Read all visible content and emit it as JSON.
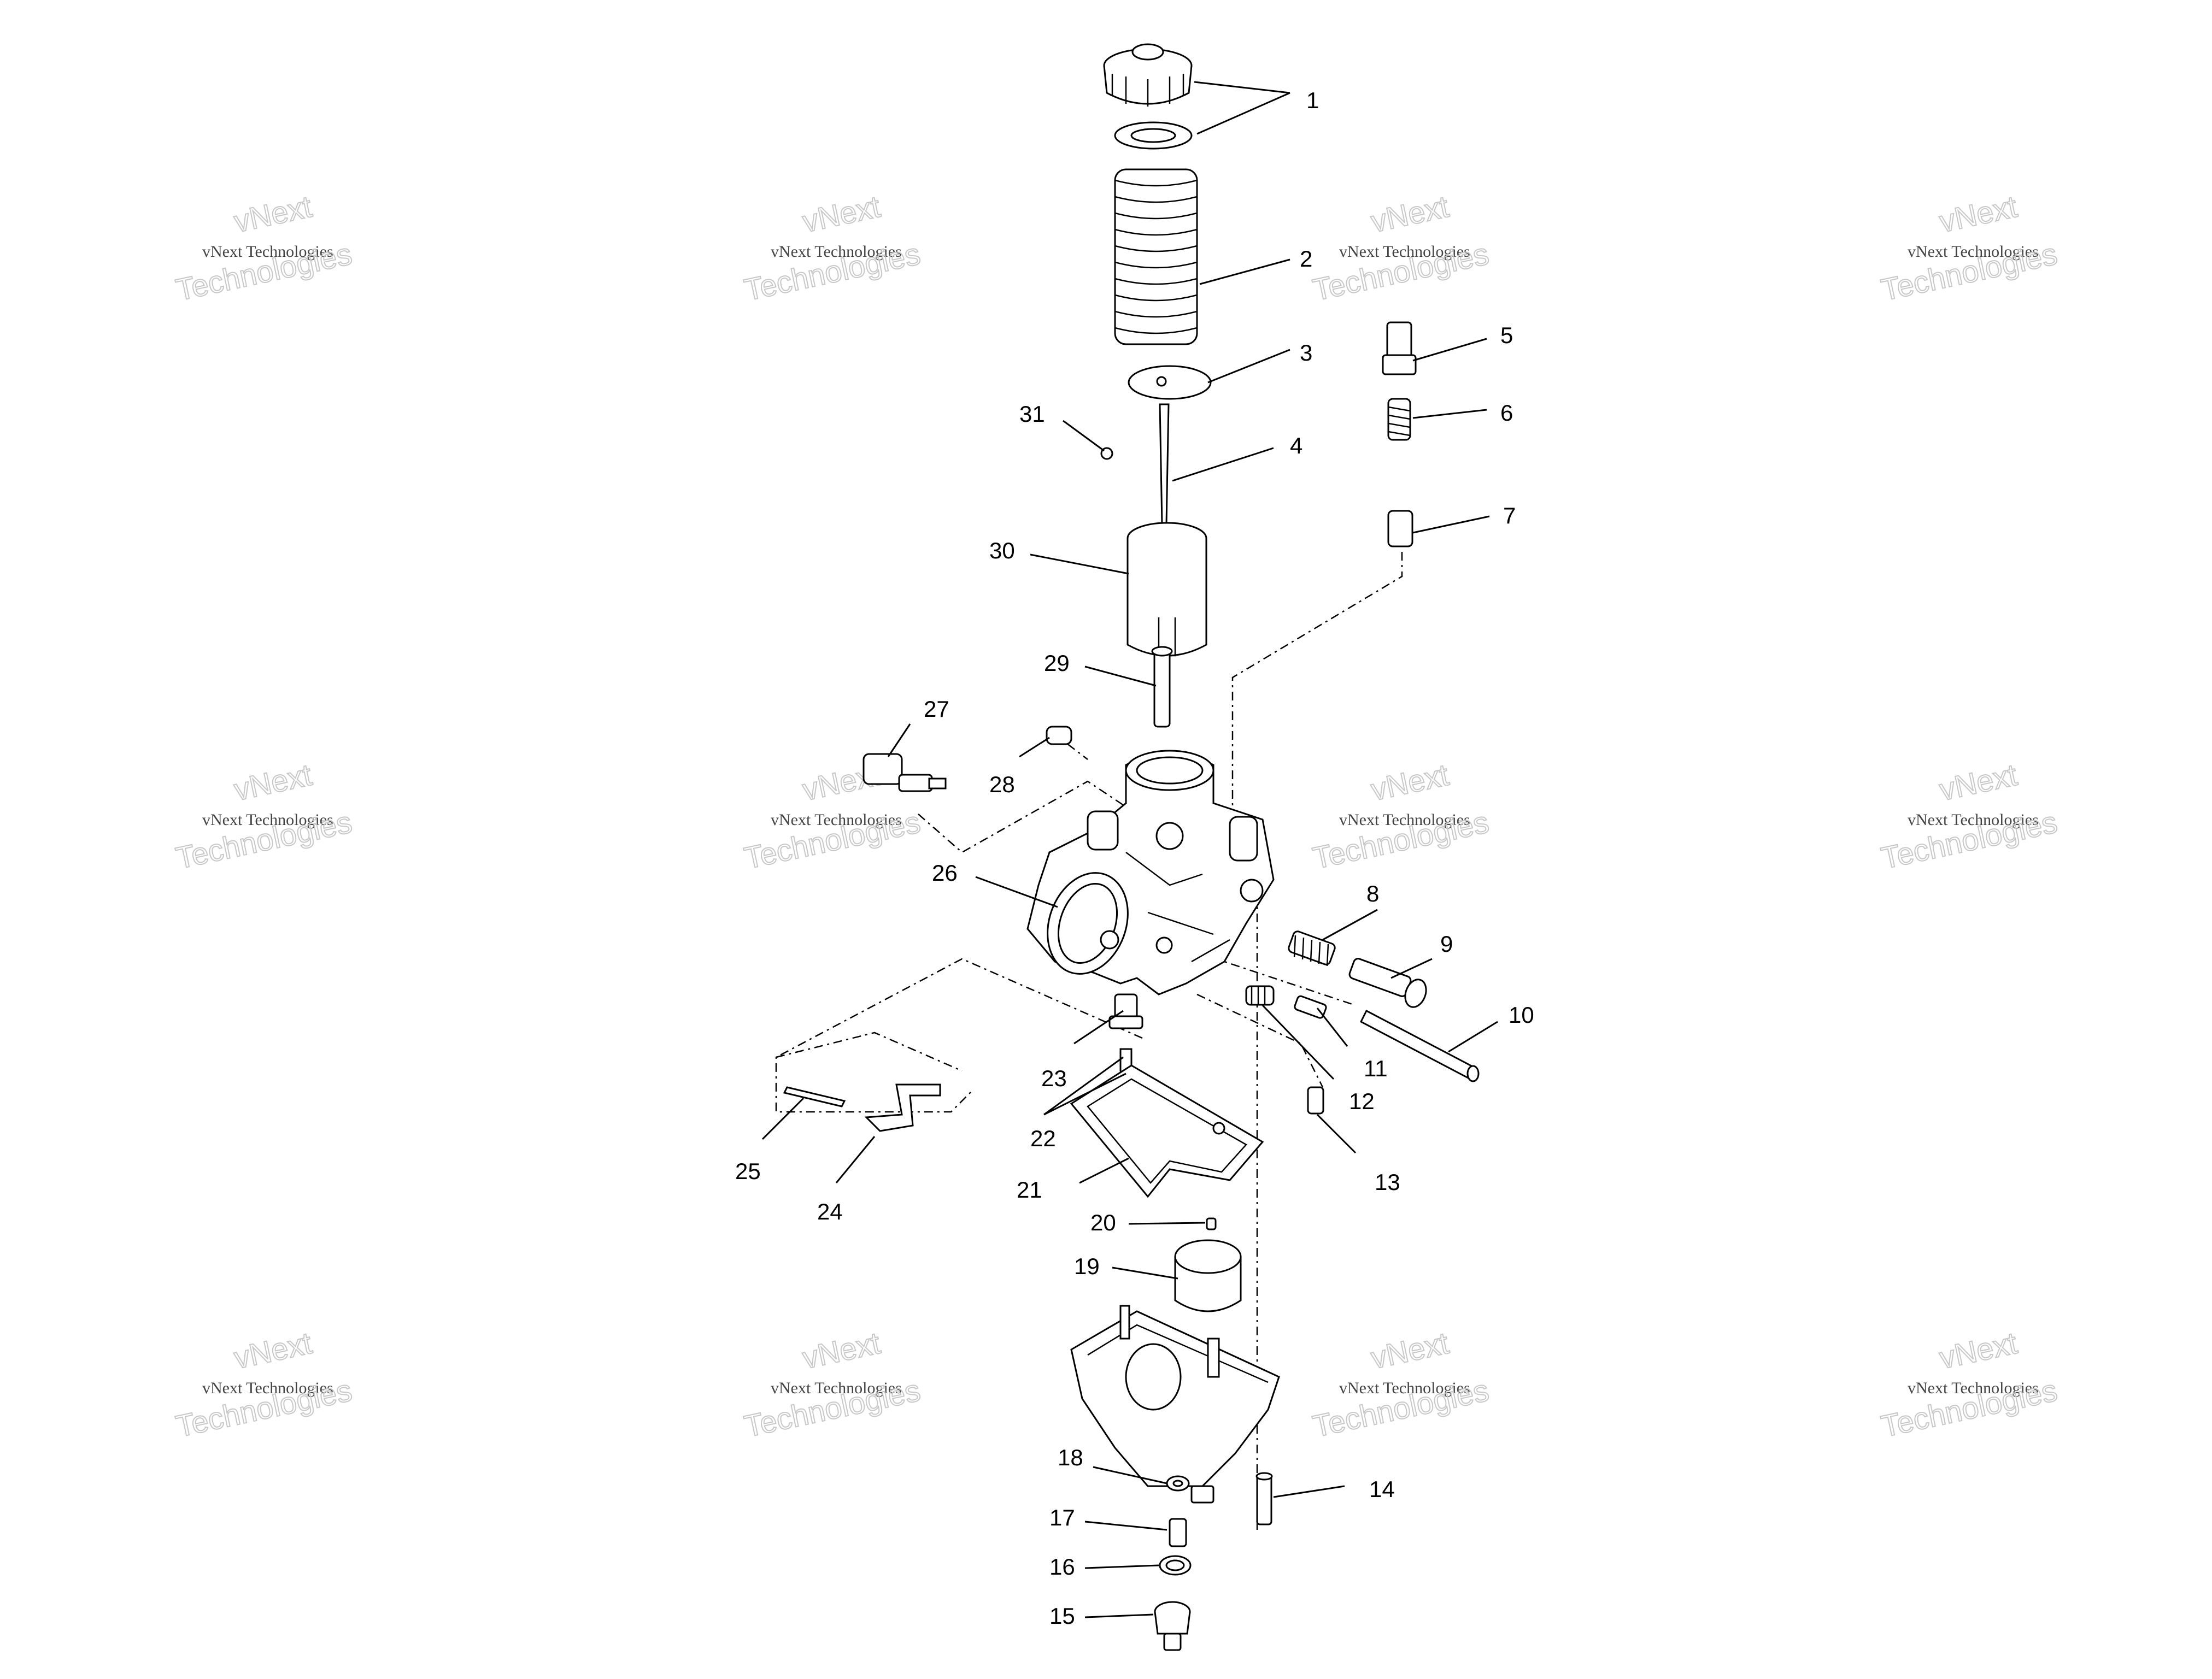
{
  "watermark": {
    "brand": "vNext",
    "line": "vNext Technologies",
    "outline_word": "Technologies"
  },
  "callouts": [
    "1",
    "2",
    "3",
    "4",
    "5",
    "6",
    "7",
    "8",
    "9",
    "10",
    "11",
    "12",
    "13",
    "14",
    "15",
    "16",
    "17",
    "18",
    "19",
    "20",
    "21",
    "22",
    "23",
    "24",
    "25",
    "26",
    "27",
    "28",
    "29",
    "30",
    "31"
  ]
}
